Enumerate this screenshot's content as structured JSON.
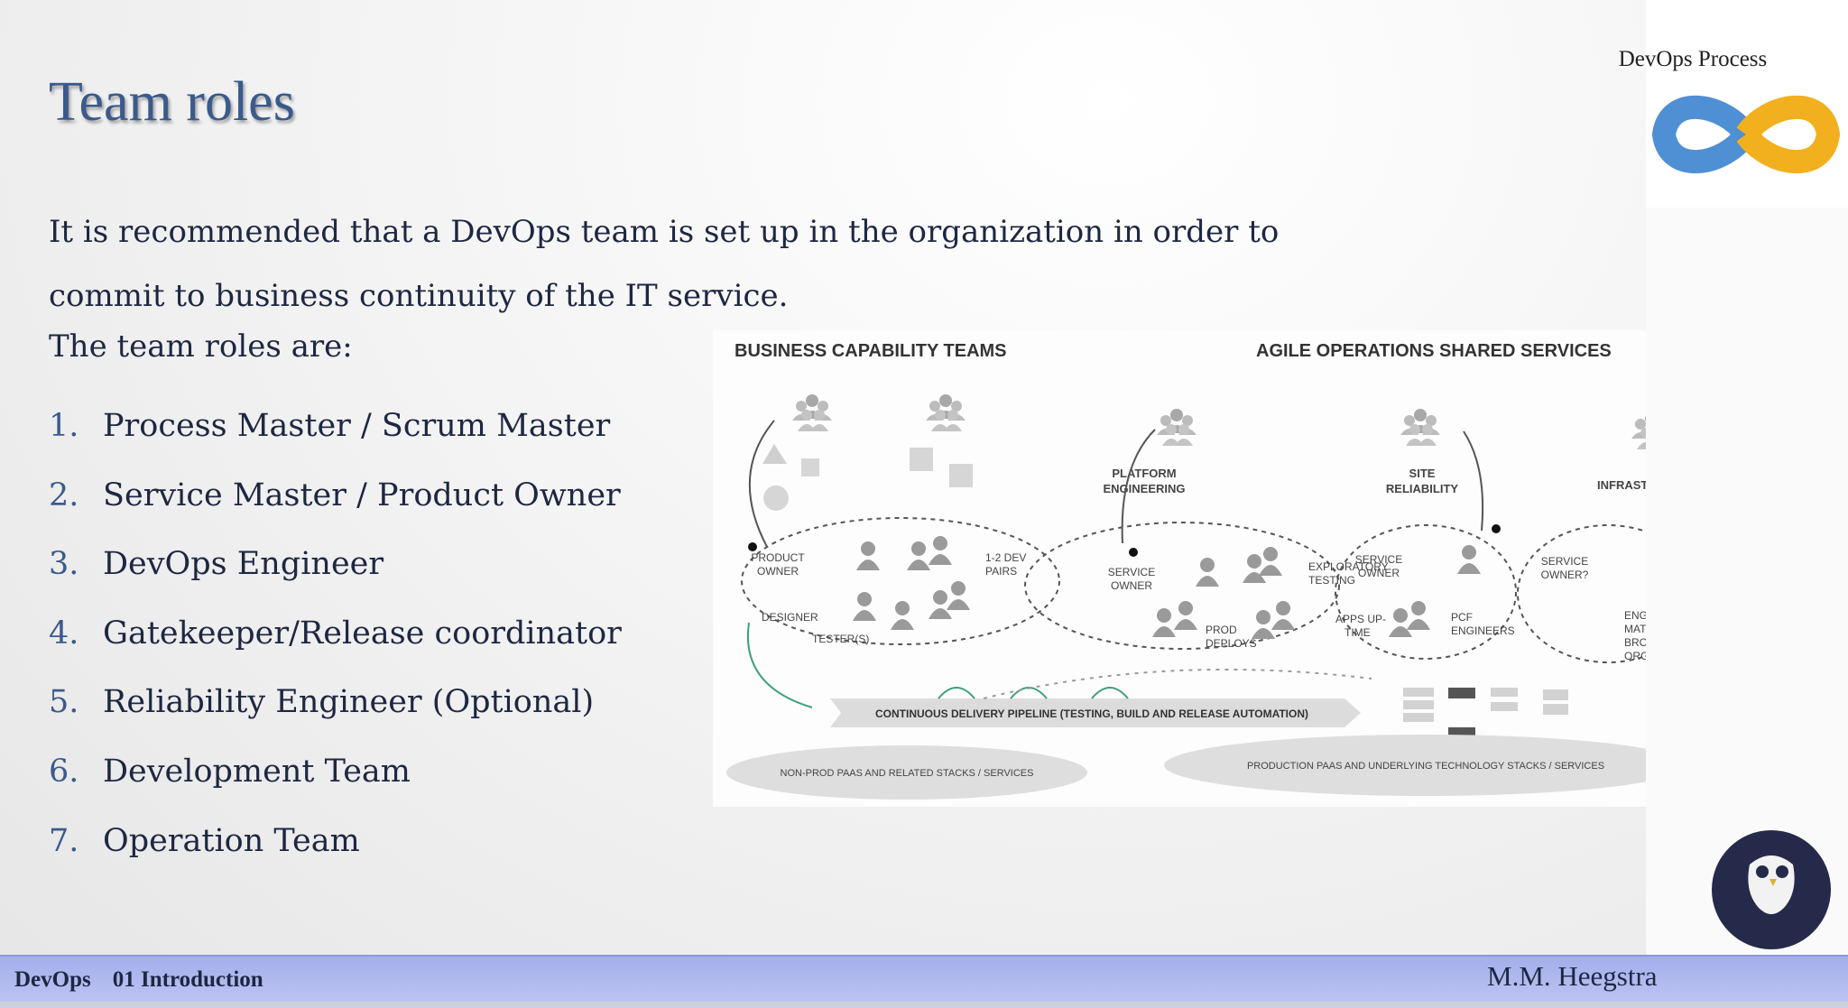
{
  "slide": {
    "title": "Team roles",
    "intro": "It is recommended that a DevOps team is set up in the organization in order to commit to business continuity of the IT service.",
    "roles_heading": "The team roles are:",
    "roles": [
      {
        "num": "1.",
        "label": "Process Master / Scrum Master"
      },
      {
        "num": "2.",
        "label": "Service Master / Product Owner"
      },
      {
        "num": "3.",
        "label": "DevOps Engineer"
      },
      {
        "num": "4.",
        "label": "Gatekeeper/Release coordinator"
      },
      {
        "num": "5.",
        "label": "Reliability Engineer (Optional)"
      },
      {
        "num": "6.",
        "label": "Development Team"
      },
      {
        "num": "7.",
        "label": "Operation Team"
      }
    ]
  },
  "logo": {
    "caption": "DevOps Process",
    "loop_colors": [
      "#4f8fd4",
      "#f2b01e"
    ],
    "icon": "infinity-loop-icon"
  },
  "diagram": {
    "left_heading": "BUSINESS CAPABILITY TEAMS",
    "right_heading": "AGILE OPERATIONS SHARED SERVICES",
    "team_labels": {
      "platform": [
        "PLATFORM",
        "ENGINEERING"
      ],
      "site": [
        "SITE",
        "RELIABILITY"
      ],
      "infra": "INFRASTRUCTURE"
    },
    "role_labels": {
      "product_owner": [
        "PRODUCT",
        "OWNER"
      ],
      "dev_pairs": [
        "1-2 DEV",
        "PAIRS"
      ],
      "designer": "DESIGNER",
      "testers": "TESTER(S)",
      "service_owner": [
        "SERVICE",
        "OWNER"
      ],
      "exploratory": [
        "EXPLORATORY",
        "TESTING"
      ],
      "prod_deploys": [
        "PROD",
        "DEPLOYS"
      ],
      "apps_uptime": [
        "APPS UP-",
        "TIME"
      ],
      "sr_service_owner": [
        "SERVICE",
        "OWNER"
      ],
      "pcf_engineers": [
        "PCF",
        "ENGINEERS"
      ],
      "infra_service_owner": [
        "SERVICE",
        "OWNER?"
      ],
      "engs_matrix": [
        "ENG'S THAT",
        "MATRIX INTO",
        "BROADER",
        "ORG"
      ]
    },
    "pipeline": "CONTINUOUS DELIVERY PIPELINE (TESTING, BUILD AND RELEASE AUTOMATION)",
    "nonprod": "NON-PROD PAAS AND RELATED STACKS / SERVICES",
    "prod": "PRODUCTION PAAS AND UNDERLYING TECHNOLOGY STACKS / SERVICES"
  },
  "footer": {
    "course": "DevOps",
    "module": "01 Introduction",
    "author": "M.M. Heegstra"
  },
  "colors": {
    "title": "#3b5a8c",
    "text": "#1e2742",
    "footer_band": "#aab3ee"
  }
}
